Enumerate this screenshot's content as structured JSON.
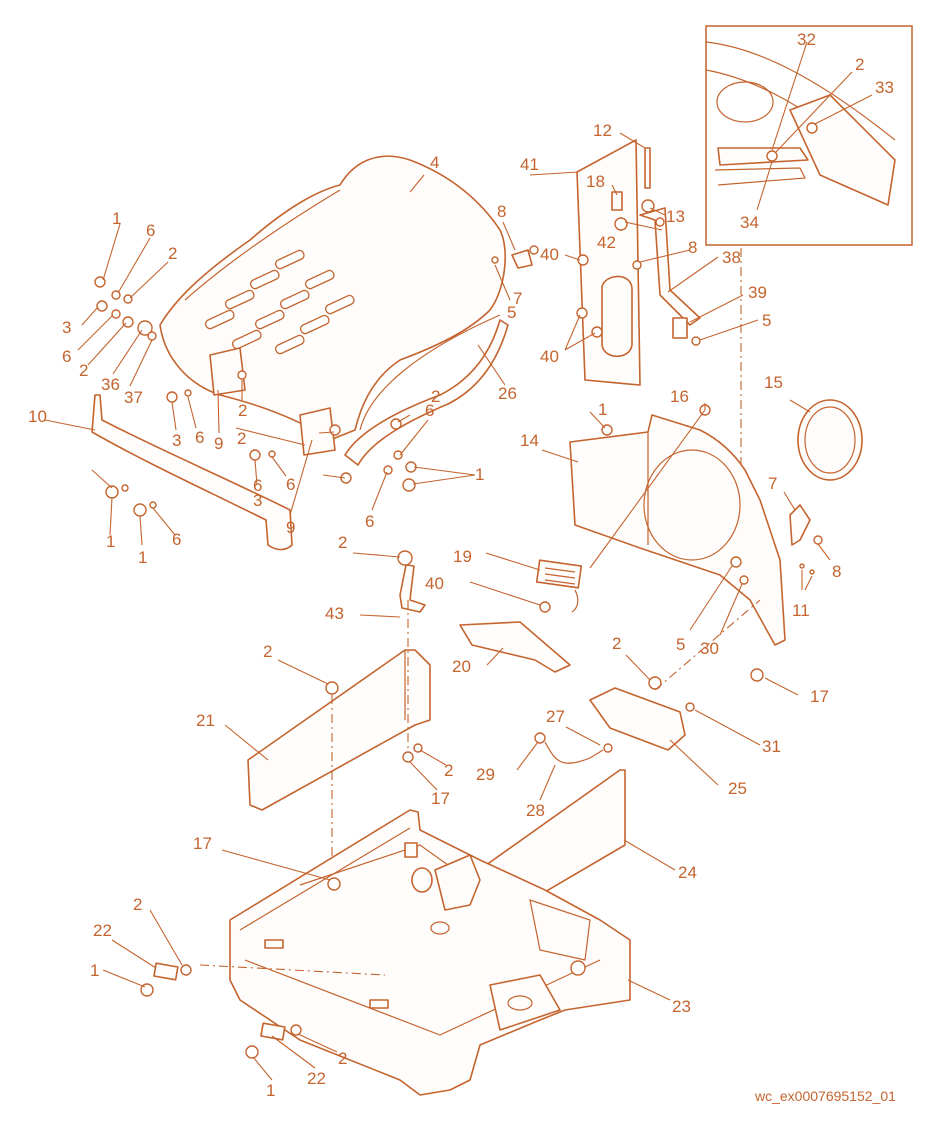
{
  "drawing_code": "wc_ex0007695152_01",
  "colors": {
    "line": "#c4642f",
    "background": "#ffffff"
  },
  "callouts": [
    {
      "id": "c1",
      "label": "32"
    },
    {
      "id": "c2",
      "label": "2"
    },
    {
      "id": "c3",
      "label": "33"
    },
    {
      "id": "c4",
      "label": "34"
    },
    {
      "id": "c5",
      "label": "12"
    },
    {
      "id": "c6",
      "label": "41"
    },
    {
      "id": "c7",
      "label": "18"
    },
    {
      "id": "c8",
      "label": "13"
    },
    {
      "id": "c9",
      "label": "42"
    },
    {
      "id": "c10",
      "label": "40"
    },
    {
      "id": "c11",
      "label": "8"
    },
    {
      "id": "c12",
      "label": "38"
    },
    {
      "id": "c13",
      "label": "39"
    },
    {
      "id": "c14",
      "label": "5"
    },
    {
      "id": "c15",
      "label": "40"
    },
    {
      "id": "c16",
      "label": "4"
    },
    {
      "id": "c17",
      "label": "8"
    },
    {
      "id": "c18",
      "label": "7"
    },
    {
      "id": "c19",
      "label": "5"
    },
    {
      "id": "c20",
      "label": "26"
    },
    {
      "id": "c21",
      "label": "1"
    },
    {
      "id": "c22",
      "label": "6"
    },
    {
      "id": "c23",
      "label": "2"
    },
    {
      "id": "c24",
      "label": "3"
    },
    {
      "id": "c25",
      "label": "6"
    },
    {
      "id": "c26",
      "label": "2"
    },
    {
      "id": "c27",
      "label": "36"
    },
    {
      "id": "c28",
      "label": "37"
    },
    {
      "id": "c29",
      "label": "10"
    },
    {
      "id": "c30",
      "label": "3"
    },
    {
      "id": "c31",
      "label": "6"
    },
    {
      "id": "c32",
      "label": "9"
    },
    {
      "id": "c33",
      "label": "2"
    },
    {
      "id": "c34",
      "label": "2"
    },
    {
      "id": "c35",
      "label": "6"
    },
    {
      "id": "c36",
      "label": "1"
    },
    {
      "id": "c37",
      "label": "6"
    },
    {
      "id": "c38",
      "label": "3"
    },
    {
      "id": "c39",
      "label": "6"
    },
    {
      "id": "c40",
      "label": "2"
    },
    {
      "id": "c41",
      "label": "9"
    },
    {
      "id": "c42",
      "label": "6"
    },
    {
      "id": "c43",
      "label": "1"
    },
    {
      "id": "c44",
      "label": "1"
    },
    {
      "id": "c45",
      "label": "6"
    },
    {
      "id": "c46",
      "label": "15"
    },
    {
      "id": "c47",
      "label": "16"
    },
    {
      "id": "c48",
      "label": "1"
    },
    {
      "id": "c49",
      "label": "14"
    },
    {
      "id": "c50",
      "label": "7"
    },
    {
      "id": "c51",
      "label": "8"
    },
    {
      "id": "c52",
      "label": "11"
    },
    {
      "id": "c53",
      "label": "19"
    },
    {
      "id": "c54",
      "label": "40"
    },
    {
      "id": "c55",
      "label": "2"
    },
    {
      "id": "c56",
      "label": "43"
    },
    {
      "id": "c57",
      "label": "5"
    },
    {
      "id": "c58",
      "label": "30"
    },
    {
      "id": "c59",
      "label": "17"
    },
    {
      "id": "c60",
      "label": "2"
    },
    {
      "id": "c61",
      "label": "20"
    },
    {
      "id": "c62",
      "label": "2"
    },
    {
      "id": "c63",
      "label": "21"
    },
    {
      "id": "c64",
      "label": "31"
    },
    {
      "id": "c65",
      "label": "27"
    },
    {
      "id": "c66",
      "label": "29"
    },
    {
      "id": "c67",
      "label": "2"
    },
    {
      "id": "c68",
      "label": "17"
    },
    {
      "id": "c69",
      "label": "28"
    },
    {
      "id": "c70",
      "label": "25"
    },
    {
      "id": "c71",
      "label": "17"
    },
    {
      "id": "c72",
      "label": "24"
    },
    {
      "id": "c73",
      "label": "2"
    },
    {
      "id": "c74",
      "label": "22"
    },
    {
      "id": "c75",
      "label": "1"
    },
    {
      "id": "c76",
      "label": "23"
    },
    {
      "id": "c77",
      "label": "2"
    },
    {
      "id": "c78",
      "label": "22"
    },
    {
      "id": "c79",
      "label": "1"
    }
  ]
}
